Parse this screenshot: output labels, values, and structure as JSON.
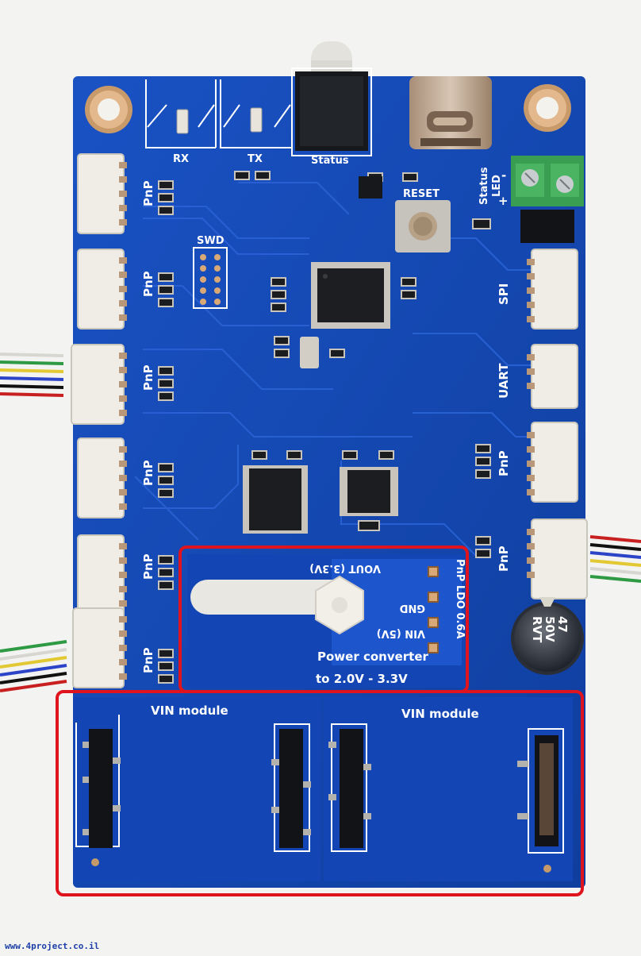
{
  "board": {
    "labels": {
      "rx": "RX",
      "tx": "TX",
      "status": "Status",
      "reset": "RESET",
      "status_led_line1": "Status",
      "status_led_line2": "LED",
      "plus": "+",
      "minus": "-",
      "swd": "SWD",
      "spi": "SPI",
      "uart": "UART"
    },
    "left_ports": [
      "PnP",
      "PnP",
      "PnP",
      "PnP",
      "PnP",
      "PnP"
    ],
    "right_ports": [
      "PnP",
      "PnP"
    ],
    "ldo_module": {
      "vout": "VOUT (3.3V)",
      "gnd": "GND",
      "vin": "VIN (5V)",
      "title": "PnP LDO 0.6A",
      "bottom_line1": "Power converter",
      "bottom_line2": "to 2.0V - 3.3V"
    },
    "vin_modules": [
      "VIN module",
      "VIN module"
    ],
    "capacitor": {
      "line1": "47",
      "line2": "50V",
      "line3": "RVT"
    }
  },
  "highlight_color": "#e0141e",
  "pcb_color": "#1449b8",
  "footer_url": "www.4project.co.il"
}
